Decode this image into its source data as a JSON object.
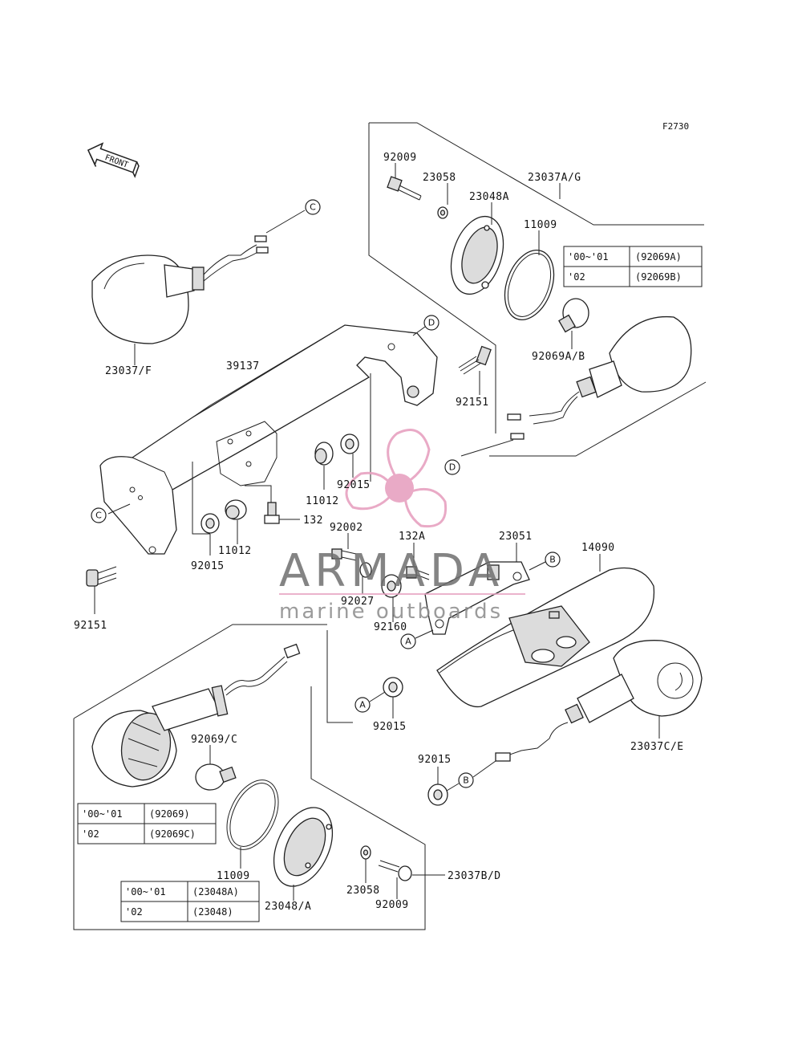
{
  "figure_code": "F2730",
  "front_arrow_label": "FRONT",
  "callouts": {
    "A": "A",
    "B": "B",
    "C": "C",
    "D": "D"
  },
  "labels": {
    "p_23037F": "23037/F",
    "p_39137": "39137",
    "p_92009_top": "92009",
    "p_23058_top": "23058",
    "p_23037AG": "23037A/G",
    "p_23048A": "23048A",
    "p_11009_top": "11009",
    "p_92069AB": "92069A/B",
    "p_92151_right": "92151",
    "p_92015_mid": "92015",
    "p_11012_mid": "11012",
    "p_132": "132",
    "p_11012_left": "11012",
    "p_92015_left": "92015",
    "p_92151_left": "92151",
    "p_92002": "92002",
    "p_132A": "132A",
    "p_23051": "23051",
    "p_14090": "14090",
    "p_92027": "92027",
    "p_92160": "92160",
    "p_92015_low": "92015",
    "p_23037CE": "23037C/E",
    "p_92015_bottom": "92015",
    "p_92069C": "92069/C",
    "p_11009_bottom": "11009",
    "p_23048A_bottom": "23048/A",
    "p_23058_bottom": "23058",
    "p_92009_bottom": "92009",
    "p_23037BD": "23037B/D"
  },
  "table_top": {
    "rows": [
      {
        "year": "'00~'01",
        "part": "(92069A)"
      },
      {
        "year": "'02",
        "part": "(92069B)"
      }
    ]
  },
  "table_bulb": {
    "rows": [
      {
        "year": "'00~'01",
        "part": "(92069)"
      },
      {
        "year": "'02",
        "part": "(92069C)"
      }
    ]
  },
  "table_rim": {
    "rows": [
      {
        "year": "'00~'01",
        "part": "(23048A)"
      },
      {
        "year": "'02",
        "part": "(23048)"
      }
    ]
  },
  "watermark": {
    "brand": "ARMADA",
    "tagline": "marine outboards",
    "color": "#e7a1c0"
  }
}
